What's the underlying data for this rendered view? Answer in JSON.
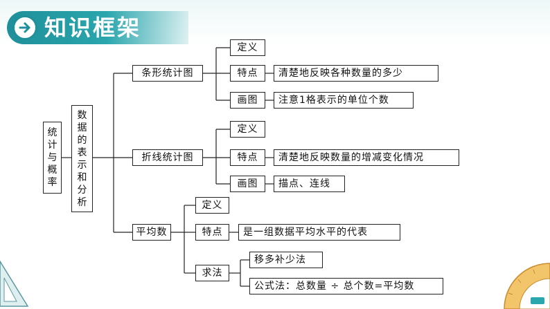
{
  "header": {
    "title": "知识框架",
    "icon": "arrow-right-icon",
    "accent": "#1f8f9a"
  },
  "root": {
    "label": "统计与概率",
    "chars": [
      "统",
      "计",
      "与",
      "概",
      "率"
    ]
  },
  "sub": {
    "label": "数据的表示和分析",
    "chars": [
      "数",
      "据",
      "的",
      "表",
      "示",
      "和",
      "分",
      "析"
    ]
  },
  "bar_chart": {
    "label": "条形统计图",
    "definition": "定义",
    "feature": "特点",
    "feature_text": "清楚地反映各种数量的多少",
    "drawing": "画图",
    "drawing_text": "注意1格表示的单位个数"
  },
  "line_chart": {
    "label": "折线统计图",
    "definition": "定义",
    "feature": "特点",
    "feature_text": "清楚地反映数量的增减变化情况",
    "drawing": "画图",
    "drawing_text": "描点、连线"
  },
  "average": {
    "label": "平均数",
    "definition": "定义",
    "feature": "特点",
    "feature_text": "是一组数据平均水平的代表",
    "method": "求法",
    "method_1": "移多补少法",
    "method_2": "公式法：总数量 ÷ 总个数=平均数"
  },
  "decor": {
    "left": "triangle-ruler-icon",
    "right": "protractor-icon"
  }
}
